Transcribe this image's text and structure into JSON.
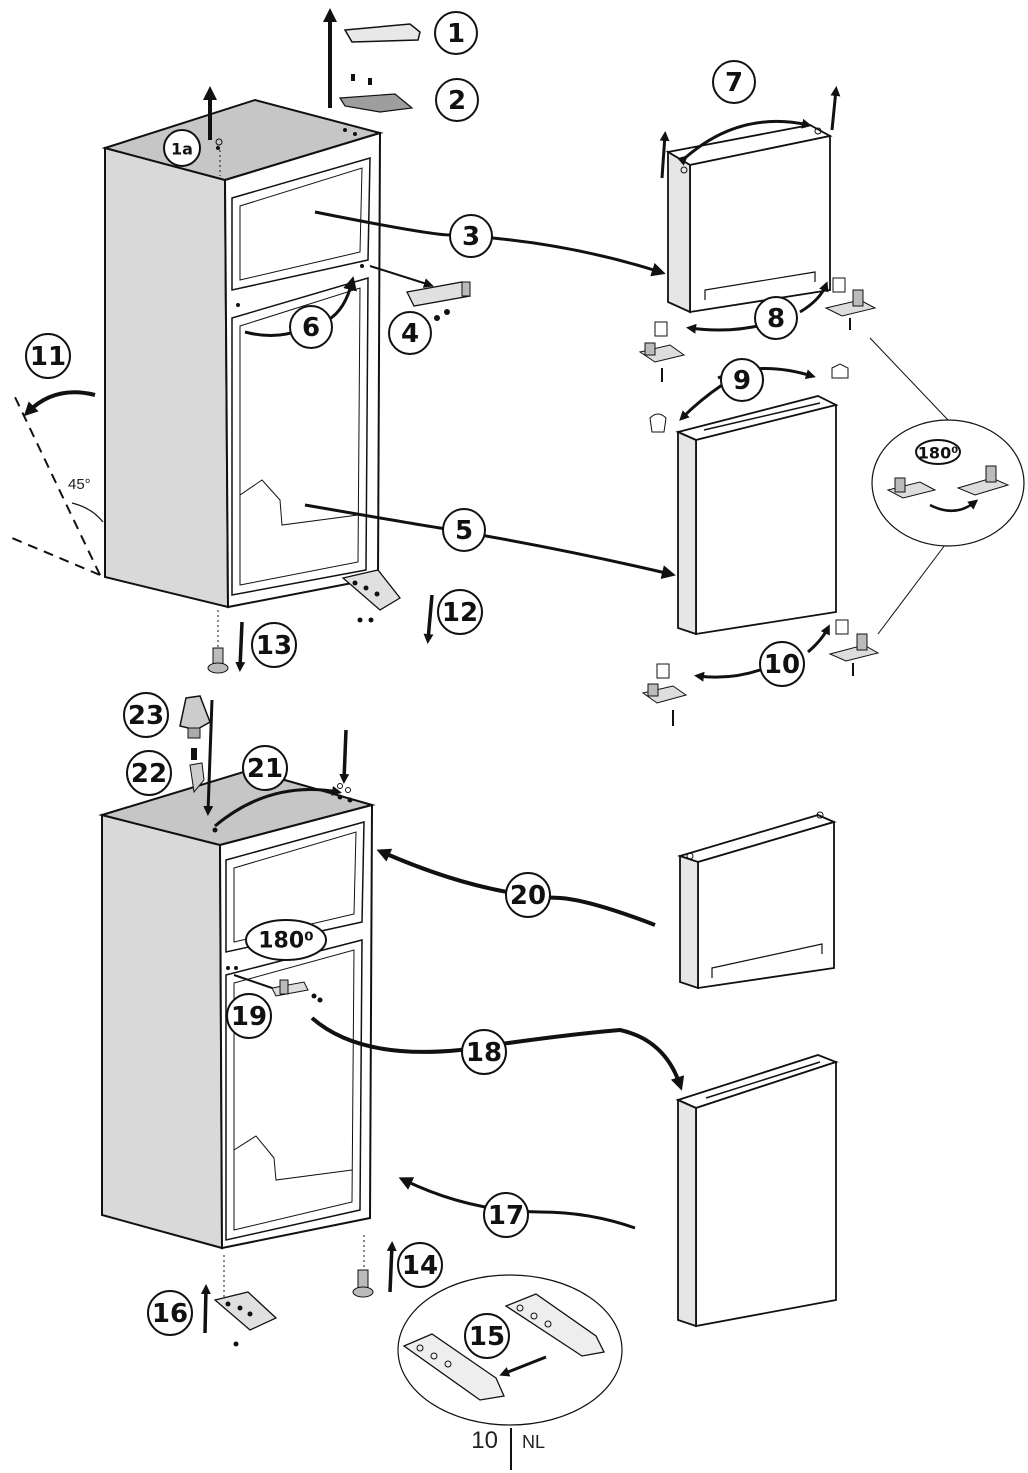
{
  "callouts": {
    "c1": "1",
    "c1a": "1a",
    "c2": "2",
    "c3": "3",
    "c4": "4",
    "c5": "5",
    "c6": "6",
    "c7": "7",
    "c8": "8",
    "c9": "9",
    "c10": "10",
    "c11": "11",
    "c12": "12",
    "c13": "13",
    "c14": "14",
    "c15": "15",
    "c16": "16",
    "c17": "17",
    "c18": "18",
    "c19": "19",
    "c20": "20",
    "c21": "21",
    "c22": "22",
    "c23": "23"
  },
  "labels": {
    "angle": "45°",
    "rotate_small": "180⁰",
    "rotate_main": "180⁰"
  },
  "footer": {
    "page_number": "10",
    "language": "NL"
  },
  "colors": {
    "cabinet_side": "#d9d9d9",
    "cabinet_top": "#c4c4c4",
    "line": "#111111"
  }
}
